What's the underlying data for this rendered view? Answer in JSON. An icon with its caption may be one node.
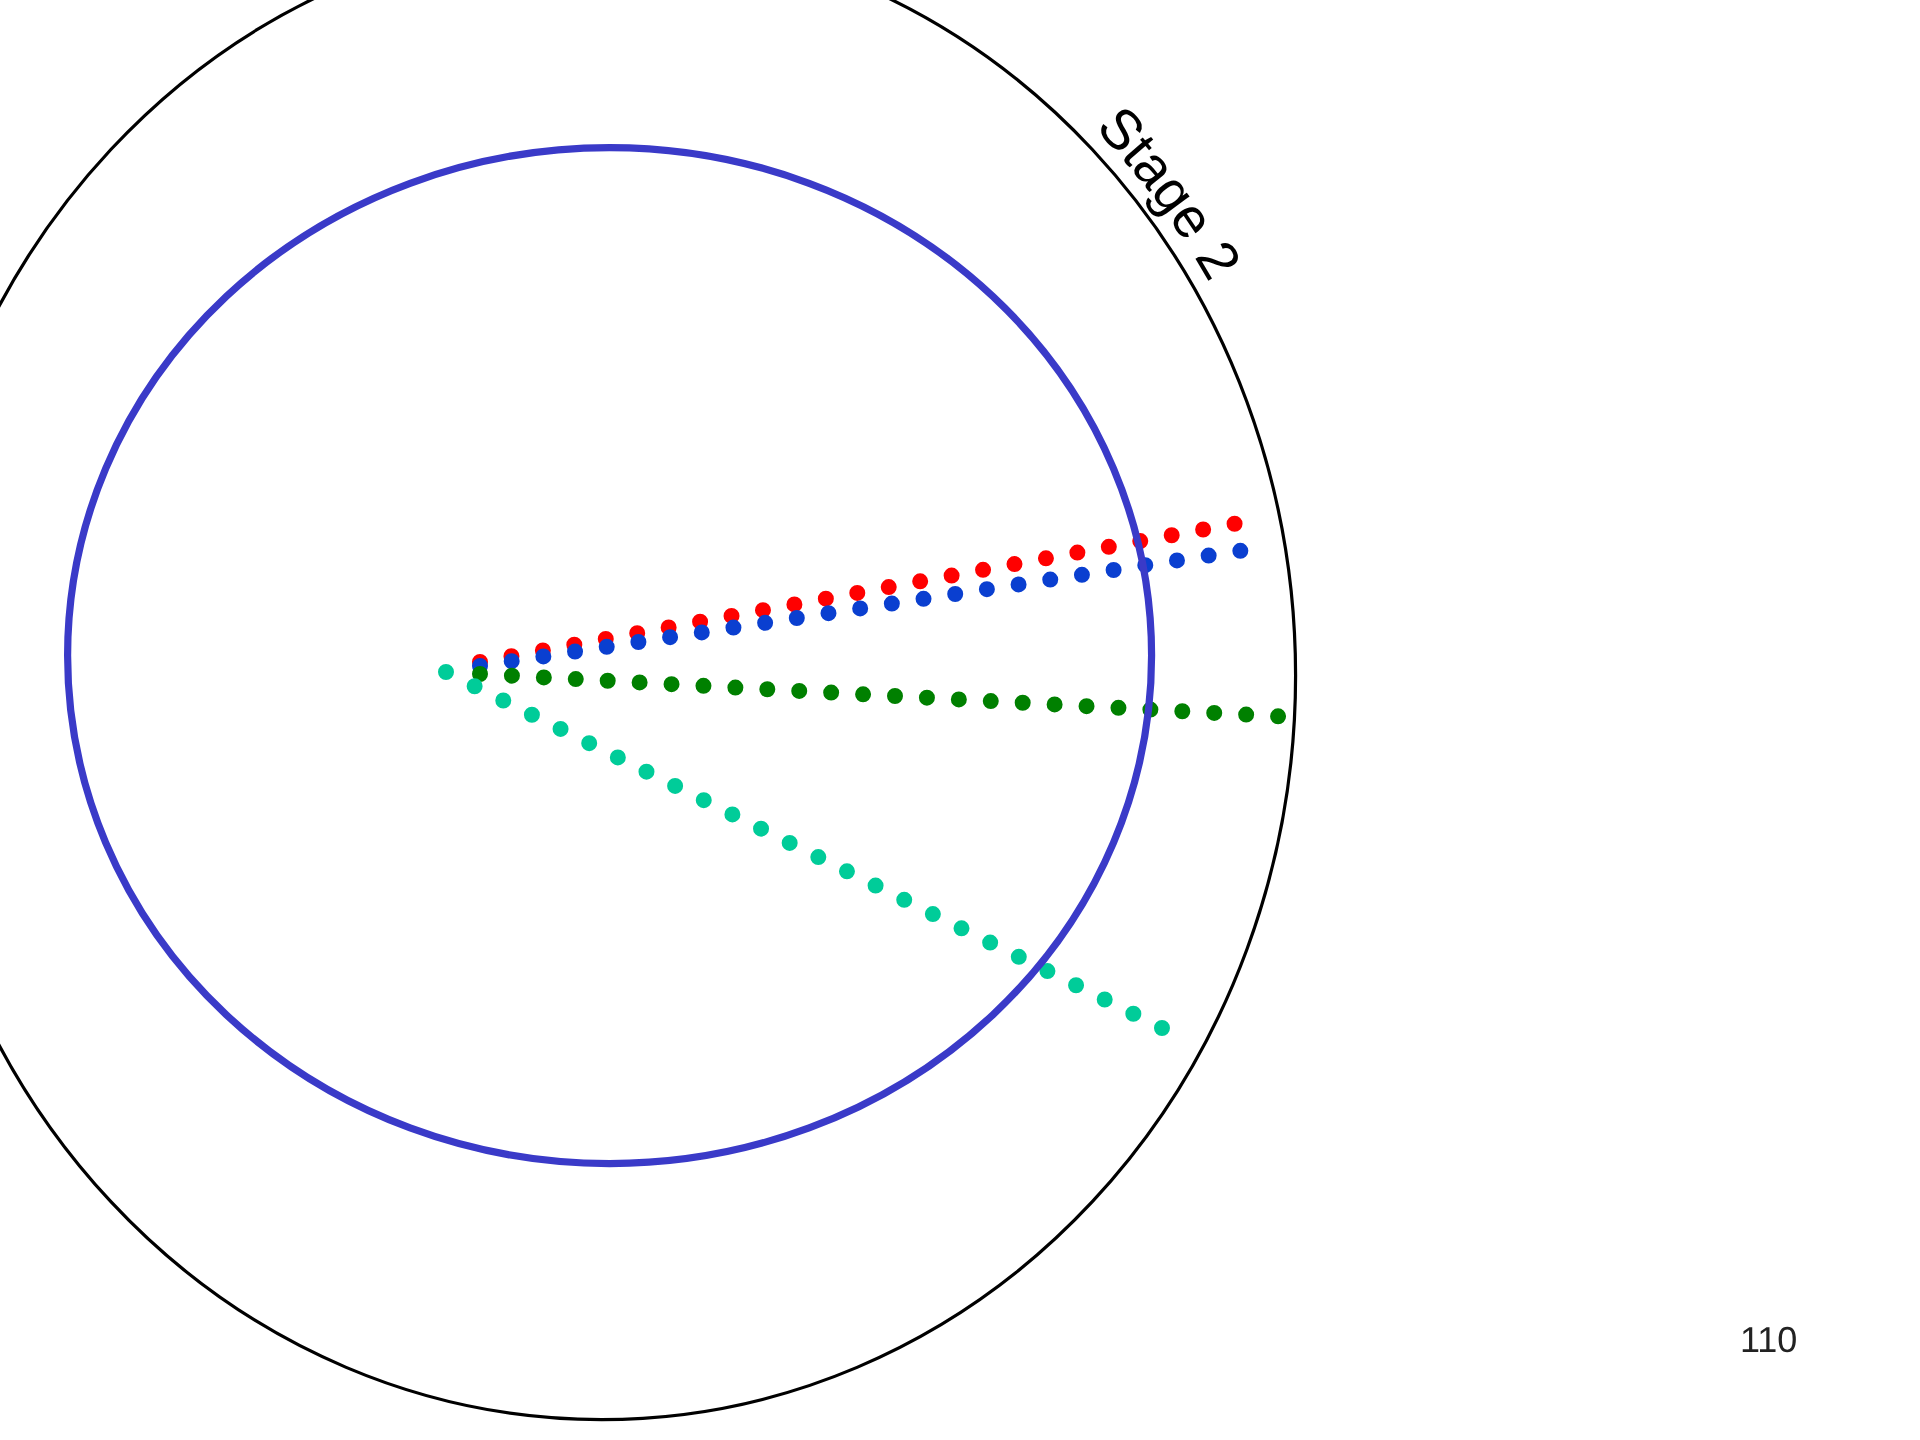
{
  "diagram": {
    "nodes": [
      {
        "text": [
          "Stage 2"
        ]
      },
      {
        "text": [],
        "shape": "circle",
        "in": 0
      }
    ],
    "labels": [
      "110"
    ]
  }
}
